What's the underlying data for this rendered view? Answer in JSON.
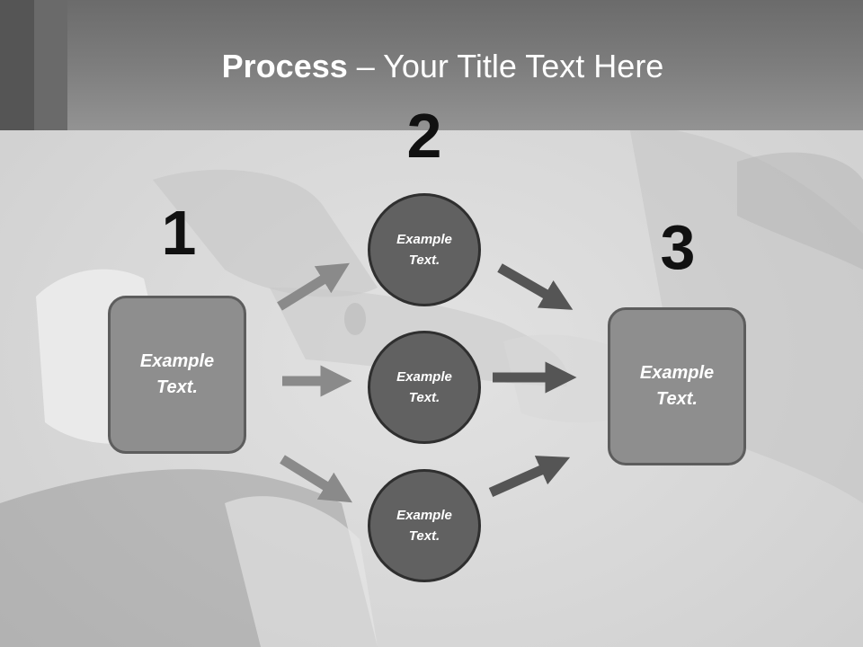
{
  "title": {
    "bold": "Process",
    "rest": " – Your Title Text Here"
  },
  "steps": [
    {
      "number": "1",
      "text": "Example Text."
    },
    {
      "number": "2",
      "items": [
        "Example Text.",
        "Example Text.",
        "Example Text."
      ]
    },
    {
      "number": "3",
      "text": "Example Text."
    }
  ],
  "colors": {
    "header": "#7d7d7d",
    "box_fill": "#8e8e8e",
    "circle_fill": "#616161",
    "arrow_light": "#8a8a8a",
    "arrow_dark": "#555555"
  }
}
